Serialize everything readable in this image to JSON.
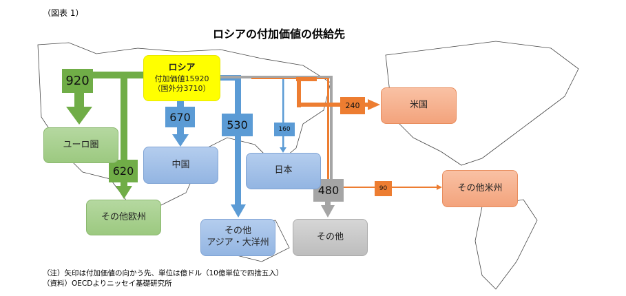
{
  "figure_label": "（図表 1）",
  "title": "ロシアの付加価値の供給先",
  "source": {
    "name": "ロシア",
    "value_line": "付加価値15920",
    "foreign_line": "（国外分3710）"
  },
  "flows": {
    "eurozone": "920",
    "other_europe": "620",
    "china": "670",
    "other_asia": "530",
    "japan": "160",
    "other": "480",
    "usa": "240",
    "other_americas": "90"
  },
  "destinations": {
    "eurozone": "ユーロ圏",
    "other_europe": "その他欧州",
    "china": "中国",
    "other_asia_1": "その他",
    "other_asia_2": "アジア・大洋州",
    "japan": "日本",
    "other": "その他",
    "usa": "米国",
    "other_americas": "その他米州"
  },
  "notes": [
    "（注）矢印は付加価値の向かう先、単位は億ドル（10億単位で四捨五入）",
    "（資料）OECDよりニッセイ基礎研究所"
  ],
  "colors": {
    "green": "#70ad47",
    "blue": "#5b9bd5",
    "gray": "#a5a5a5",
    "orange": "#ed7d31",
    "yellow": "#ffff00"
  }
}
